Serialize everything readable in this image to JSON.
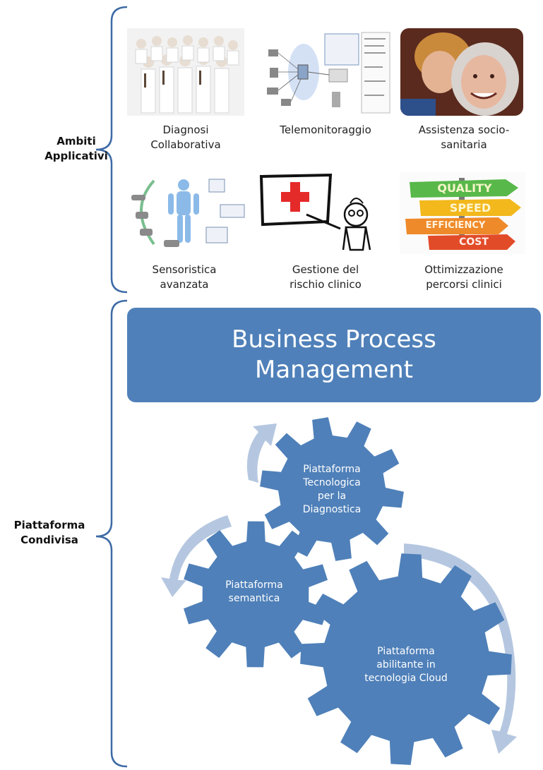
{
  "sections": {
    "ambiti": {
      "line1": "Ambiti",
      "line2": "Applicativi"
    },
    "piattaforma": {
      "line1": "Piattaforma",
      "line2": "Condivisa"
    }
  },
  "applications": [
    {
      "line1": "Diagnosi",
      "line2": "Collaborativa"
    },
    {
      "line1": "Telemonitoraggio",
      "line2": ""
    },
    {
      "line1": "Assistenza socio-",
      "line2": "sanitaria"
    },
    {
      "line1": "Sensoristica",
      "line2": "avanzata"
    },
    {
      "line1": "Gestione del",
      "line2": "rischio clinico"
    },
    {
      "line1": "Ottimizzazione",
      "line2": "percorsi clinici"
    }
  ],
  "signpost": [
    "QUALITY",
    "SPEED",
    "EFFICIENCY",
    "COST"
  ],
  "bpm": {
    "line1": "Business Process",
    "line2": "Management"
  },
  "gears": {
    "diagnostica": {
      "line1": "Piattaforma",
      "line2": "Tecnologica",
      "line3": "per la",
      "line4": "Diagnostica"
    },
    "semantica": {
      "line1": "Piattaforma",
      "line2": "semantica"
    },
    "cloud": {
      "line1": "Piattaforma",
      "line2": "abilitante in",
      "line3": "tecnologia Cloud"
    }
  },
  "colors": {
    "gear": "#4f80b9",
    "bpm": "#4f80b9",
    "arrow": "#b5c7e0",
    "bracket": "#3d6aa6"
  }
}
